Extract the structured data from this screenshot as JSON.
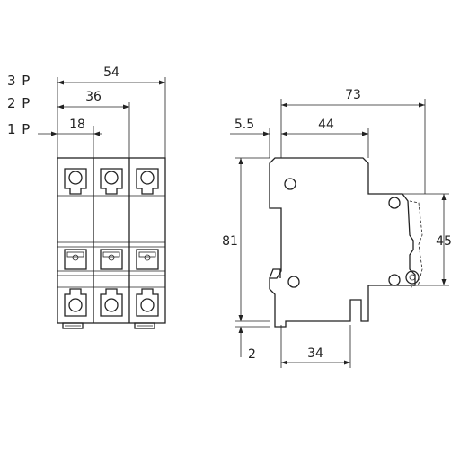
{
  "colors": {
    "line": "#222222",
    "background": "#ffffff"
  },
  "pole_labels": {
    "three_pole": "3 P",
    "two_pole": "2 P",
    "one_pole": "1 P"
  },
  "front_view": {
    "width_3p": "54",
    "width_2p": "36",
    "width_1p": "18"
  },
  "side_view": {
    "total_depth": "73",
    "offset": "5.5",
    "upper_depth": "44",
    "height": "81",
    "right_height": "45",
    "bottom_offset": "2",
    "rail_depth": "34"
  }
}
